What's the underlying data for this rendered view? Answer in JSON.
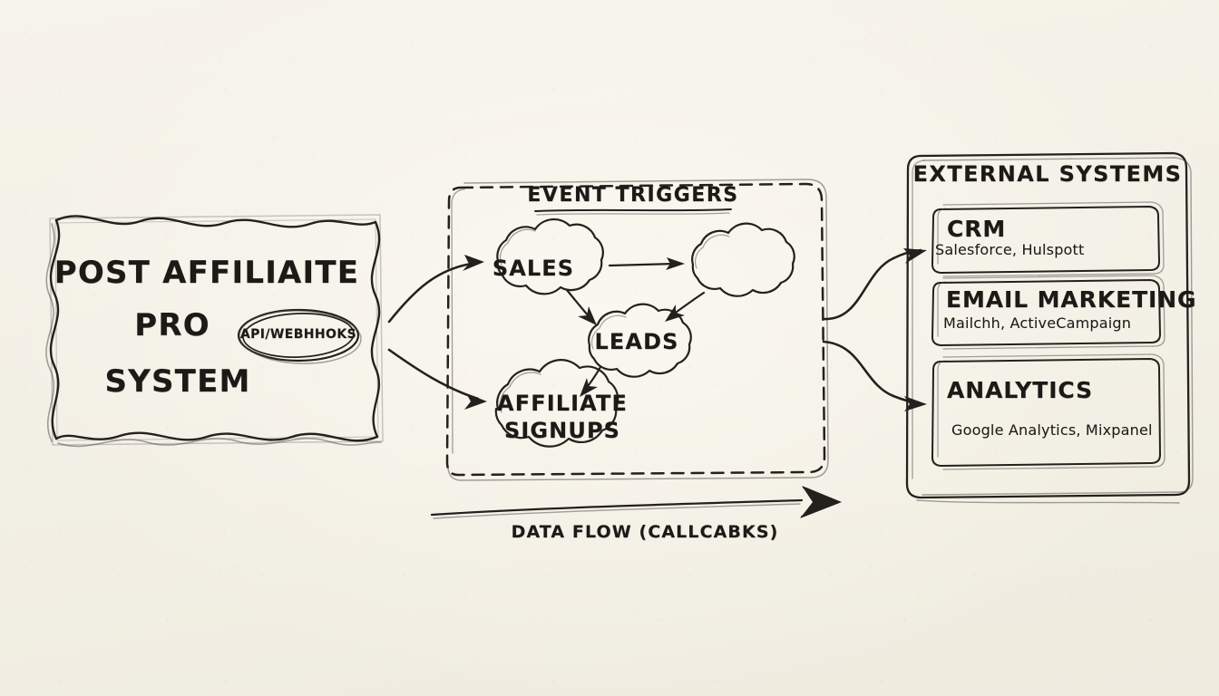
{
  "diagram": {
    "title": "Post Affiliate Pro integration flow (hand-drawn sketch)",
    "source_system": {
      "name": "POST AFFILIAITE\nPRO\nSYSTEM",
      "line1": "POST AFFILIAITE",
      "line2": "PRO",
      "line3": "SYSTEM",
      "badge": "API/WEBHHOKS"
    },
    "event_panel": {
      "title": "EVENT TRIGGERS",
      "nodes": [
        {
          "id": "sales",
          "label": "SALES"
        },
        {
          "id": "unlabeled",
          "label": ""
        },
        {
          "id": "leads",
          "label": "LEADS"
        },
        {
          "id": "affiliate-signups",
          "label": "AFFILIATE\nSIGNUPS",
          "line1": "AFFILIATE",
          "line2": "SIGNUPS"
        }
      ]
    },
    "external_panel": {
      "title": "EXTERNAL SYSTEMS",
      "cards": [
        {
          "id": "crm",
          "title": "CRM",
          "subtitle": "Salesforce, Hulspott"
        },
        {
          "id": "email-marketing",
          "title": "EMAIL MARKETING",
          "subtitle": "Mailchh, ActiveCampaign"
        },
        {
          "id": "analytics",
          "title": "ANALYTICS",
          "subtitle": "Google Analytics, Mixpanel"
        }
      ]
    },
    "flow_arrow": {
      "label": "DATA FLOW (CALLCABKS)"
    },
    "colors": {
      "paper": "#f4f1e7",
      "ink": "#23211e",
      "ink_soft": "#4a4742"
    }
  }
}
